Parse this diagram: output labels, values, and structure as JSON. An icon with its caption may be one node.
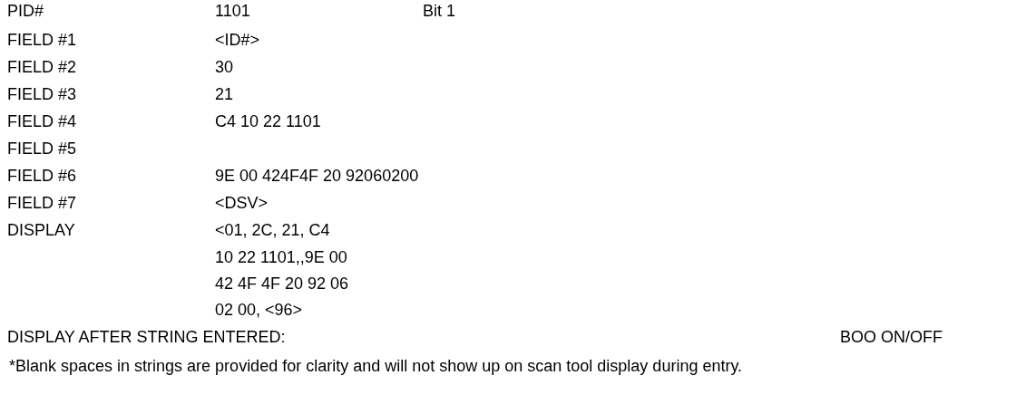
{
  "diagram": {
    "labels": [
      "PID#",
      "1101",
      "Bit 1",
      "FIELD #1",
      "<ID#>",
      "FIELD #2",
      "30",
      "FIELD #3",
      "21",
      "FIELD #4",
      "C4 10 22 1101",
      "FIELD #5",
      "FIELD #6",
      "9E 00 424F4F 20 92060200",
      "FIELD #7",
      "<DSV>",
      "DISPLAY",
      "<01, 2C, 21, C4",
      "10 22 1101,,9E 00",
      "42 4F 4F 20 92 06",
      "02 00, <96>",
      "DISPLAY AFTER STRING ENTERED:",
      "BOO ON/OFF",
      "*Blank spaces in strings are provided for clarity and will not show up on scan tool display during entry."
    ]
  }
}
